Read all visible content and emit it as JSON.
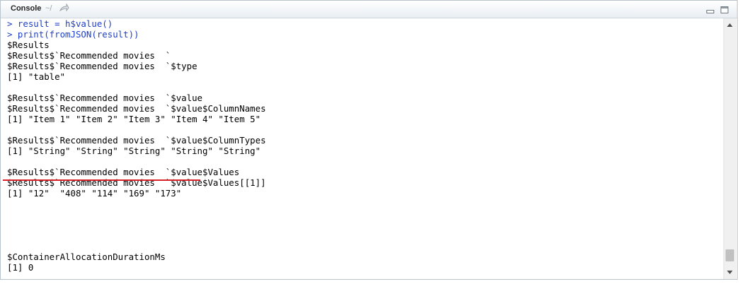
{
  "window": {
    "title": "Console",
    "path": "~/",
    "icons": {
      "navigate": "arrow-right-icon",
      "minimize": "minimize-icon",
      "maximize": "maximize-icon"
    }
  },
  "console": {
    "lines": [
      {
        "kind": "input",
        "text": "> result = h$value()"
      },
      {
        "kind": "input",
        "text": "> print(fromJSON(result))"
      },
      {
        "kind": "output",
        "text": "$Results"
      },
      {
        "kind": "output",
        "text": "$Results$`Recommended movies  `"
      },
      {
        "kind": "output",
        "text": "$Results$`Recommended movies  `$type"
      },
      {
        "kind": "output",
        "text": "[1] \"table\""
      },
      {
        "kind": "output",
        "text": ""
      },
      {
        "kind": "output",
        "text": "$Results$`Recommended movies  `$value"
      },
      {
        "kind": "output",
        "text": "$Results$`Recommended movies  `$value$ColumnNames"
      },
      {
        "kind": "output",
        "text": "[1] \"Item 1\" \"Item 2\" \"Item 3\" \"Item 4\" \"Item 5\""
      },
      {
        "kind": "output",
        "text": ""
      },
      {
        "kind": "output",
        "text": "$Results$`Recommended movies  `$value$ColumnTypes"
      },
      {
        "kind": "output",
        "text": "[1] \"String\" \"String\" \"String\" \"String\" \"String\""
      },
      {
        "kind": "output",
        "text": ""
      },
      {
        "kind": "output",
        "text": "$Results$`Recommended movies  `$value$Values"
      },
      {
        "kind": "output",
        "text": "$Results$`Recommended movies  `$value$Values[[1]]"
      },
      {
        "kind": "output",
        "text": "[1] \"12\"  \"408\" \"114\" \"169\" \"173\""
      },
      {
        "kind": "output",
        "text": ""
      },
      {
        "kind": "output",
        "text": ""
      },
      {
        "kind": "output",
        "text": ""
      },
      {
        "kind": "output",
        "text": ""
      },
      {
        "kind": "output",
        "text": ""
      },
      {
        "kind": "output",
        "text": "$ContainerAllocationDurationMs"
      },
      {
        "kind": "output",
        "text": "[1] 0"
      }
    ]
  },
  "colors": {
    "input_text": "#1d3fc8",
    "output_text": "#000000",
    "highlight_underline": "#d8222a"
  }
}
